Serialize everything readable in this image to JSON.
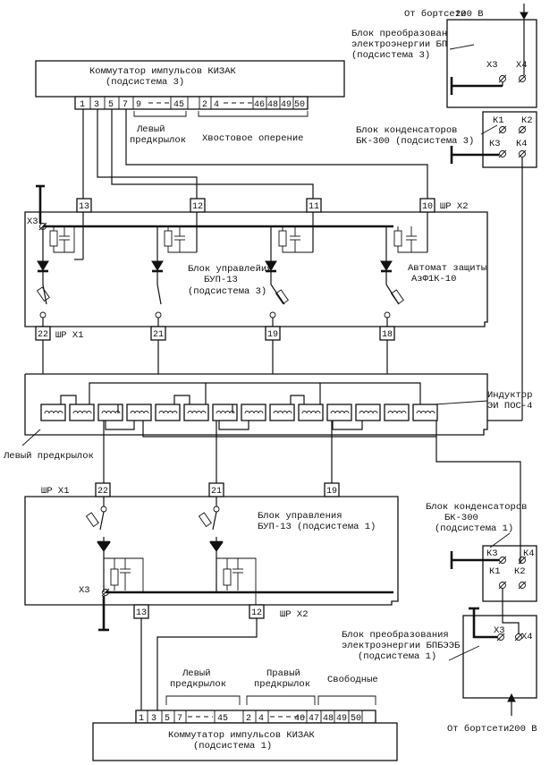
{
  "top_supply": {
    "source_label": "От бортсети",
    "voltage": "200 В",
    "converter_title": [
      "Блок преобразования",
      "электроэнергии БПБЭЗБ",
      "(подсистема 3)"
    ],
    "converter_terms": [
      "X3",
      "X4"
    ],
    "capacitor_title": [
      "Блок конденсаторов",
      "БК-300 (подсистема 3)"
    ],
    "capacitor_terms": [
      "К1",
      "К2",
      "К3",
      "К4"
    ]
  },
  "top_commutator": {
    "title": [
      "Коммутатор импульсов КИЗАК",
      "(подсистема 3)"
    ],
    "pins": [
      "1",
      "3",
      "5",
      "7",
      "9",
      "45",
      "2",
      "4",
      "46",
      "48",
      "49",
      "50"
    ],
    "group_labels": [
      "Левый",
      "предкрылок",
      "Хвостовое оперение"
    ]
  },
  "upper_control": {
    "connector_x2": "ШР X2",
    "connector_x1": "ШР X1",
    "x3_label": "X3",
    "top_pins": [
      "13",
      "12",
      "11",
      "10"
    ],
    "bottom_pins": [
      "22",
      "21",
      "19",
      "18"
    ],
    "block_title": [
      "Блок управлейия",
      "БУП-13",
      "(подсистема 3)"
    ],
    "breaker_title": [
      "Автомат защиты",
      "АзФ1К-10"
    ]
  },
  "inductor": {
    "title": [
      "Индуктор",
      "ЭИ ПОС-4"
    ],
    "left_label": "Левый предкрылок"
  },
  "lower_control": {
    "connector_x1": "ШР X1",
    "connector_x2": "ШР X2",
    "x3_label": "X3",
    "top_pins": [
      "22",
      "21",
      "19"
    ],
    "bottom_pins": [
      "13",
      "12"
    ],
    "block_title": [
      "Блок управления",
      "БУП-13 (подсистема 1)"
    ]
  },
  "bottom_supply": {
    "capacitor_title": [
      "Блок конденсаторов",
      "БК-300",
      "(подсистема 1)"
    ],
    "capacitor_terms": [
      "К3",
      "К4",
      "К1",
      "К2"
    ],
    "converter_title": [
      "Блок преобразования",
      "электроэнергии БПБЭЭБ",
      "(подсистема 1)"
    ],
    "converter_terms": [
      "X3",
      "X4"
    ],
    "source_label": "От бортсети",
    "voltage": "200 В"
  },
  "bottom_commutator": {
    "title": [
      "Коммутатор импульсов КИЗАК",
      "(подсистема 1)"
    ],
    "pins": [
      "1",
      "3",
      "5",
      "7",
      "45",
      "2",
      "4",
      "46",
      "47",
      "48",
      "49",
      "50"
    ],
    "group_labels": [
      "Левый",
      "предкрылок",
      "Правый",
      "предкрылок",
      "Свободные"
    ]
  }
}
